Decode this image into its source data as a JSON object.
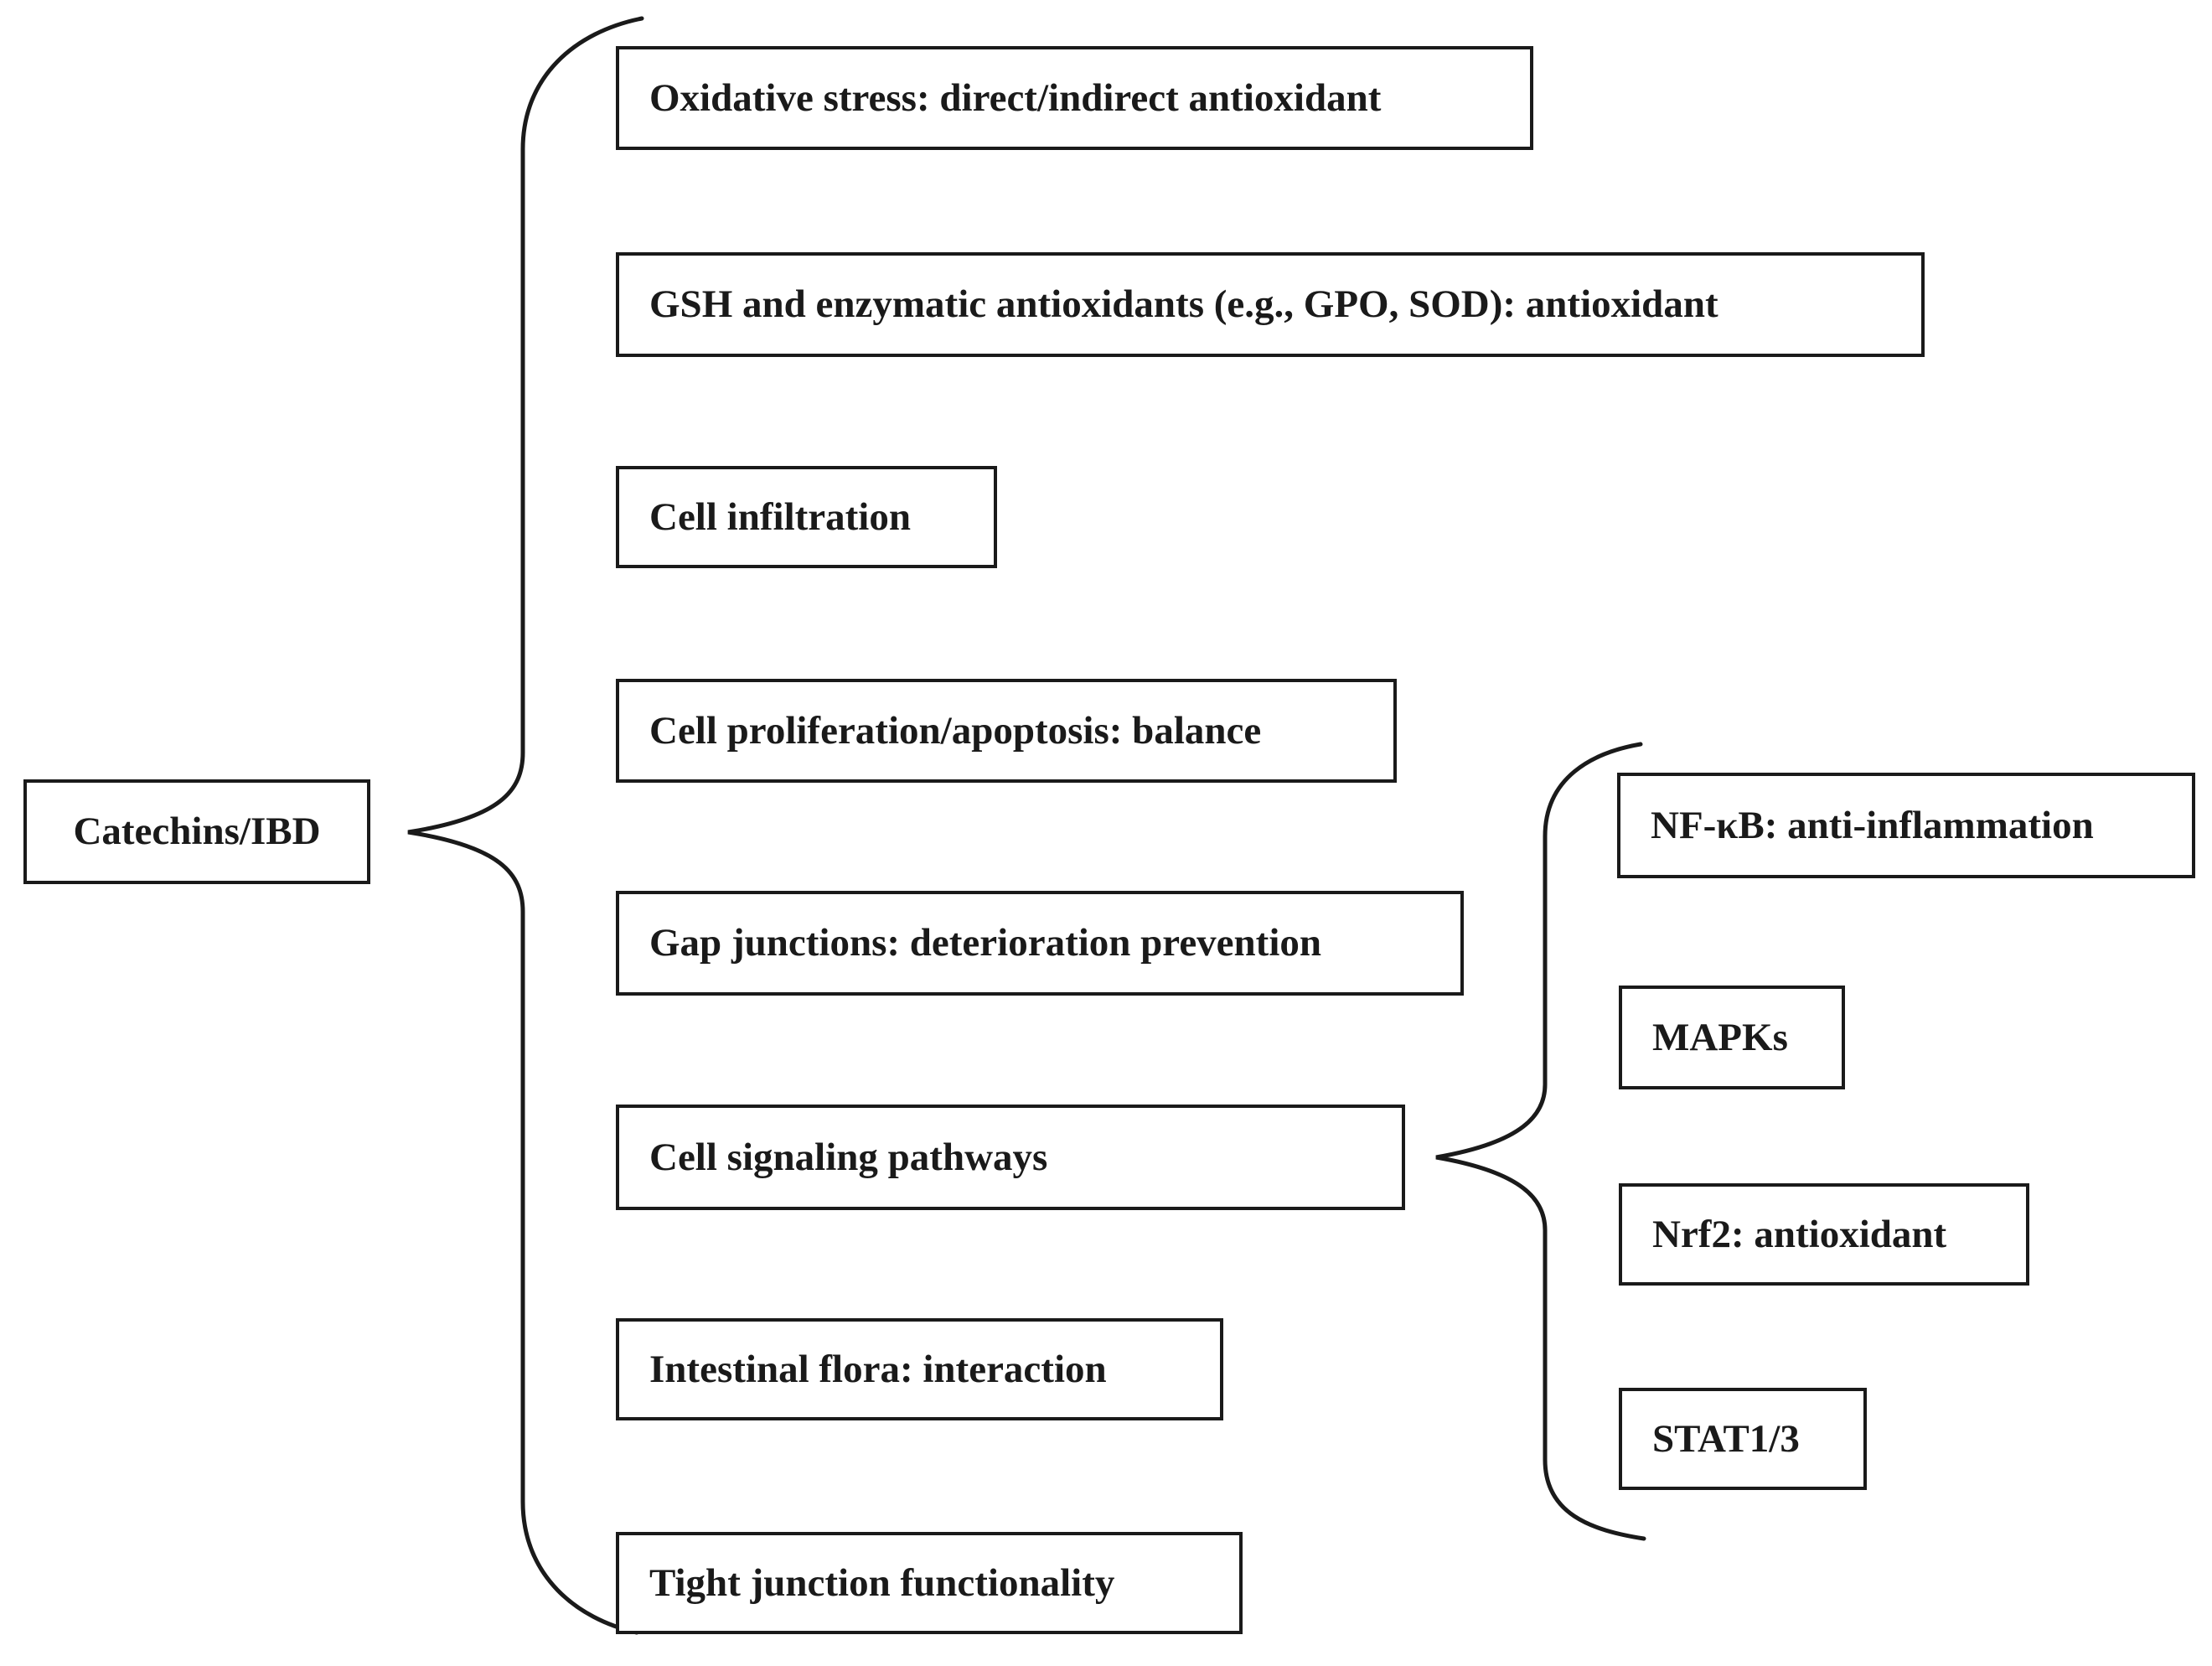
{
  "root": {
    "label": "Catechins/IBD"
  },
  "main_branches": [
    {
      "label": "Oxidative stress: direct/indirect antioxidant"
    },
    {
      "label": "GSH and enzymatic antioxidants (e.g., GPO, SOD): antioxidant"
    },
    {
      "label": "Cell infiltration"
    },
    {
      "label": "Cell proliferation/apoptosis: balance"
    },
    {
      "label": "Gap junctions: deterioration prevention"
    },
    {
      "label": "Cell signaling pathways"
    },
    {
      "label": "Intestinal flora: interaction"
    },
    {
      "label": "Tight junction functionality"
    }
  ],
  "signaling_branches": [
    {
      "label": "NF-κB: anti-inflammation"
    },
    {
      "label": "MAPKs"
    },
    {
      "label": "Nrf2: antioxidant"
    },
    {
      "label": "STAT1/3"
    }
  ],
  "colors": {
    "ink": "#1a1a1a",
    "background": "#ffffff"
  }
}
